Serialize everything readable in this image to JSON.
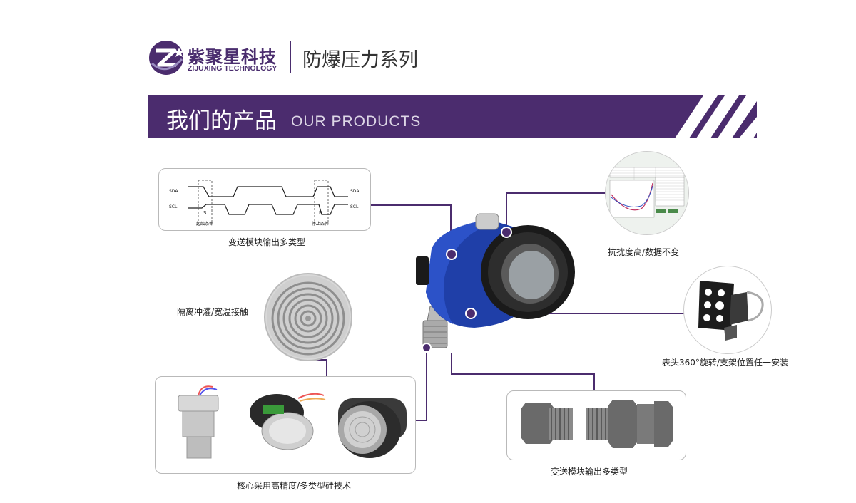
{
  "header": {
    "brand_cn": "紫聚星科技",
    "brand_en": "ZIJUXING TECHNOLOGY",
    "series_title": "防爆压力系列"
  },
  "banner": {
    "title_cn": "我们的产品",
    "title_en": "OUR PRODUCTS"
  },
  "timing_diagram": {
    "sda": "SDA",
    "scl": "SCL",
    "start_marker": "S",
    "stop_marker": "P",
    "start_label": "起始条件",
    "stop_label": "停止条件"
  },
  "features": {
    "output_module": "变送模块输出多类型",
    "anti_interference": "抗扰度高/数据不变",
    "isolation": "隔离冲灌/宽温接触",
    "rotation": "表头360°旋转/支架位置任一安装",
    "core": "核心采用高精度/多类型硅技术",
    "connector_output": "变送模块输出多类型"
  },
  "colors": {
    "brand_purple": "#4b2c6e",
    "housing_blue": "#1f3fa8",
    "connector_line": "#4b2c6e"
  }
}
